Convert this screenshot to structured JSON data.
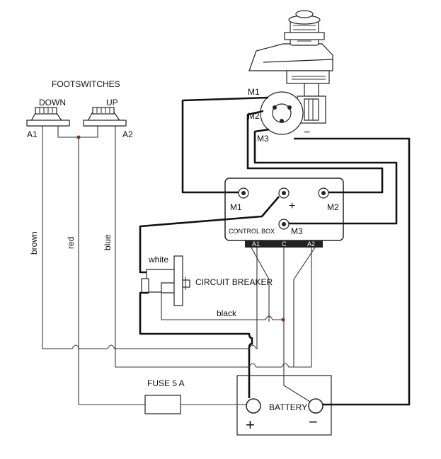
{
  "labels": {
    "footswitches": "FOOTSWITCHES",
    "down": "DOWN",
    "up": "UP",
    "a1": "A1",
    "a2": "A2",
    "brown": "brown",
    "red": "red",
    "blue": "blue",
    "white": "white",
    "black": "black",
    "circuit_breaker": "CIRCUIT BREAKER",
    "fuse": "FUSE 5 A",
    "battery": "BATTERY",
    "control_box": "CONTROL BOX",
    "cb_m1": "M1",
    "cb_m2": "M2",
    "cb_m3": "M3",
    "cb_plus": "+",
    "motor_m1": "M1",
    "motor_m2": "M2",
    "motor_m3": "M3",
    "motor_minus": "−",
    "battery_plus": "+",
    "battery_minus": "−",
    "strip_a1": "A1",
    "strip_c": "C",
    "strip_a2": "A2"
  },
  "colors": {
    "wire": "#111111",
    "thin_wire": "#333333",
    "junction_dot": "#8a2b12",
    "background": "#ffffff"
  }
}
